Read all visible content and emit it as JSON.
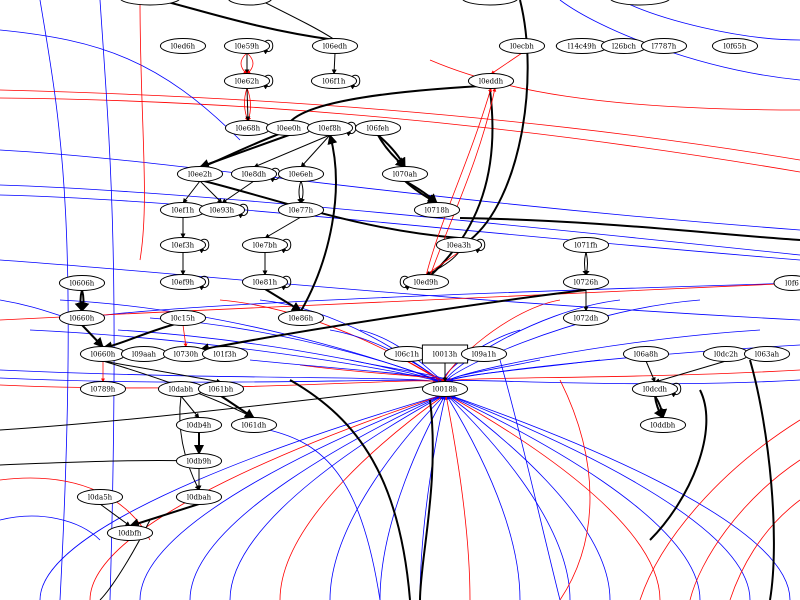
{
  "diagram": {
    "colors": {
      "blue": "#0000ff",
      "red": "#ff0000",
      "black": "#000000"
    },
    "nodes": [
      {
        "id": "l0ed6h",
        "label": "l0ed6h",
        "shape": "ellipse"
      },
      {
        "id": "l0e59h",
        "label": "l0e59h",
        "shape": "ellipse"
      },
      {
        "id": "l06edh",
        "label": "l06edh",
        "shape": "ellipse"
      },
      {
        "id": "l0ecbh",
        "label": "l0ecbh",
        "shape": "ellipse"
      },
      {
        "id": "l14c49h",
        "label": "l14c49h",
        "shape": "ellipse"
      },
      {
        "id": "l26bch",
        "label": "l26bch",
        "shape": "ellipse"
      },
      {
        "id": "l7787h",
        "label": "l7787h",
        "shape": "ellipse"
      },
      {
        "id": "l0f65h",
        "label": "l0f65h",
        "shape": "ellipse"
      },
      {
        "id": "l06f1h",
        "label": "l06f1h",
        "shape": "ellipse"
      },
      {
        "id": "l0e62h",
        "label": "l0e62h",
        "shape": "ellipse"
      },
      {
        "id": "l0eddh",
        "label": "l0eddh",
        "shape": "ellipse"
      },
      {
        "id": "l0e68h",
        "label": "l0e68h",
        "shape": "ellipse"
      },
      {
        "id": "l0ee0h",
        "label": "l0ee0h",
        "shape": "ellipse"
      },
      {
        "id": "l0ef8h",
        "label": "l0ef8h",
        "shape": "ellipse"
      },
      {
        "id": "l06feh",
        "label": "l06feh",
        "shape": "ellipse"
      },
      {
        "id": "l0ee2h",
        "label": "l0ee2h",
        "shape": "ellipse"
      },
      {
        "id": "l0e8dh",
        "label": "l0e8dh",
        "shape": "ellipse"
      },
      {
        "id": "l0e6eh",
        "label": "l0e6eh",
        "shape": "ellipse"
      },
      {
        "id": "l070ah",
        "label": "l070ah",
        "shape": "ellipse"
      },
      {
        "id": "l0ef1h",
        "label": "l0ef1h",
        "shape": "ellipse"
      },
      {
        "id": "l0e93h",
        "label": "l0e93h",
        "shape": "ellipse"
      },
      {
        "id": "l0e77h",
        "label": "l0e77h",
        "shape": "ellipse"
      },
      {
        "id": "l0718h",
        "label": "l0718h",
        "shape": "ellipse"
      },
      {
        "id": "l0ef3h",
        "label": "l0ef3h",
        "shape": "ellipse"
      },
      {
        "id": "l0e7bh",
        "label": "l0e7bh",
        "shape": "ellipse"
      },
      {
        "id": "l0ea3h",
        "label": "l0ea3h",
        "shape": "ellipse"
      },
      {
        "id": "l071fh",
        "label": "l071fh",
        "shape": "ellipse"
      },
      {
        "id": "l0ef9h",
        "label": "l0ef9h",
        "shape": "ellipse"
      },
      {
        "id": "l0e81h",
        "label": "l0e81h",
        "shape": "ellipse"
      },
      {
        "id": "l0ed9h",
        "label": "l0ed9h",
        "shape": "ellipse"
      },
      {
        "id": "l0726h",
        "label": "l0726h",
        "shape": "ellipse"
      },
      {
        "id": "l0606h",
        "label": "l0606h",
        "shape": "ellipse"
      },
      {
        "id": "l0660h",
        "label": "l0660h",
        "shape": "ellipse"
      },
      {
        "id": "l0c15h",
        "label": "l0c15h",
        "shape": "ellipse"
      },
      {
        "id": "l0e86h",
        "label": "l0e86h",
        "shape": "ellipse"
      },
      {
        "id": "l072dh",
        "label": "l072dh",
        "shape": "ellipse"
      },
      {
        "id": "l0660h_b",
        "label": "l0660h",
        "shape": "ellipse"
      },
      {
        "id": "l09aah",
        "label": "l09aah",
        "shape": "ellipse"
      },
      {
        "id": "l0730h",
        "label": "l0730h",
        "shape": "ellipse"
      },
      {
        "id": "l01f3h",
        "label": "l01f3h",
        "shape": "ellipse"
      },
      {
        "id": "l06c1h",
        "label": "l06c1h",
        "shape": "ellipse"
      },
      {
        "id": "l0013h",
        "label": "l0013h",
        "shape": "box"
      },
      {
        "id": "l09a1h",
        "label": "l09a1h",
        "shape": "ellipse"
      },
      {
        "id": "l06a8h",
        "label": "l06a8h",
        "shape": "ellipse"
      },
      {
        "id": "l0dc2h",
        "label": "l0dc2h",
        "shape": "ellipse"
      },
      {
        "id": "l063ah",
        "label": "l063ah",
        "shape": "ellipse"
      },
      {
        "id": "l0018h",
        "label": "l0018h",
        "shape": "ellipse"
      },
      {
        "id": "l0789h",
        "label": "l0789h",
        "shape": "ellipse"
      },
      {
        "id": "l0dabh",
        "label": "l0dabh",
        "shape": "ellipse"
      },
      {
        "id": "l061bh",
        "label": "l061bh",
        "shape": "ellipse"
      },
      {
        "id": "l0dcdh",
        "label": "l0dcdh",
        "shape": "ellipse"
      },
      {
        "id": "l0db4h",
        "label": "l0db4h",
        "shape": "ellipse"
      },
      {
        "id": "l061dh",
        "label": "l061dh",
        "shape": "ellipse"
      },
      {
        "id": "l0ddbh",
        "label": "l0ddbh",
        "shape": "ellipse"
      },
      {
        "id": "l0db9h",
        "label": "l0db9h",
        "shape": "ellipse"
      },
      {
        "id": "l0da5h",
        "label": "l0da5h",
        "shape": "ellipse"
      },
      {
        "id": "l0dbah",
        "label": "l0dbah",
        "shape": "ellipse"
      },
      {
        "id": "l0dbfh",
        "label": "l0dbfh",
        "shape": "ellipse"
      },
      {
        "id": "l0f6_edge",
        "label": "l0f6",
        "shape": "ellipse"
      }
    ]
  }
}
